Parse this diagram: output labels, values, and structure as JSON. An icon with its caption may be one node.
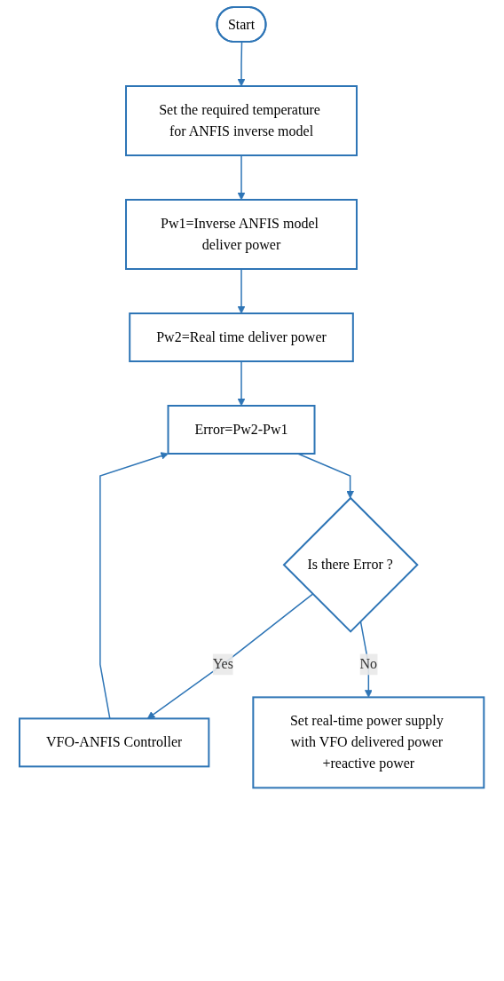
{
  "diagram": {
    "nodes": [
      {
        "text": [
          "Start"
        ]
      },
      {
        "text": [
          "Set the required temperature for ANFIS inverse model"
        ]
      },
      {
        "text": [
          "Pw1=Inverse ANFIS model deliver power"
        ]
      },
      {
        "text": [
          "Pw2=Real time deliver power"
        ]
      },
      {
        "text": [
          "Error=Pw2-Pw1"
        ]
      },
      {
        "text": [
          "Is there Error ?"
        ]
      },
      {
        "text": [
          "VFO-ANFIS Controller"
        ]
      },
      {
        "text": [
          "Set real-time power supply with VFO delivered power +reactive power"
        ]
      }
    ],
    "edges": [
      {
        "from": 0,
        "to": 1,
        "arrow": "to"
      },
      {
        "from": 1,
        "to": 2,
        "arrow": "to"
      },
      {
        "from": 2,
        "to": 3,
        "arrow": "to"
      },
      {
        "from": 3,
        "to": 4,
        "arrow": "to"
      },
      {
        "from": 4,
        "to": 5,
        "arrow": "to"
      },
      {
        "from": 5,
        "to": 6,
        "label": "Yes",
        "arrow": "to"
      },
      {
        "from": 5,
        "to": 7,
        "label": "No",
        "arrow": "to"
      },
      {
        "from": 6,
        "to": 4,
        "arrow": "to"
      }
    ]
  }
}
